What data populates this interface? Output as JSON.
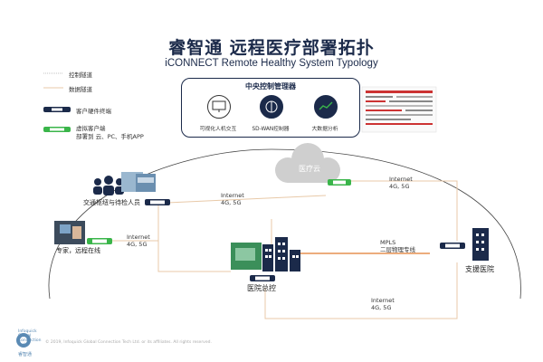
{
  "title": "睿智通 远程医疗部署拓扑",
  "subtitle": "iCONNECT Remote Healthy System Typology",
  "legend": {
    "control_channel": "控制隧道",
    "data_channel": "数据隧道",
    "hardware_terminal": "客户硬件终端",
    "virtual_client": "虚拟客户端",
    "virtual_client_deploy": "部署到 云、PC、手机APP"
  },
  "central_control": {
    "title": "中央控制管理器",
    "items": [
      "可视化人机交互",
      "SD-WAN控制器",
      "大数据分析"
    ]
  },
  "nodes": {
    "cloud": "医疗云",
    "commute": "交通枢纽与待检人员",
    "expert": "专家，远程在线",
    "hq": "医院总控",
    "support": "支援医院"
  },
  "links": {
    "internet": "Internet",
    "internet_speed": "4G, 5G",
    "mpls": "MPLS",
    "mpls_line": "二层物理专线"
  },
  "colors": {
    "data_line": "#e8c9a8",
    "mpls_line": "#e07a2e",
    "virtual_client": "#3ab54a",
    "navy": "#1b2a4a"
  },
  "footer": "© 2019, Infoquick Global Connection Tech Ltd. or its affiliates. All rights reserved.",
  "logo": {
    "lines": [
      "Infoquick",
      "Global",
      "Connection",
      "Tech"
    ],
    "cn": "睿智通"
  }
}
